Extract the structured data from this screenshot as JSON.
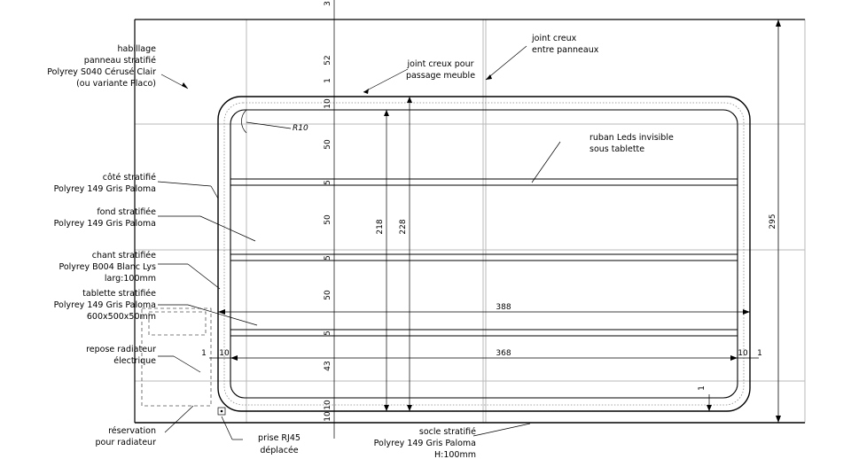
{
  "labels": {
    "habillage": [
      "habillage",
      "panneau stratifié",
      "Polyrey S040 Cérusé Clair",
      "(ou variante Placo)"
    ],
    "cote": [
      "côté stratifié",
      "Polyrey 149 Gris Paloma"
    ],
    "fond": [
      "fond stratifiée",
      "Polyrey 149 Gris Paloma"
    ],
    "chant": [
      "chant stratifiée",
      "Polyrey B004 Blanc Lys",
      "larg:100mm"
    ],
    "tablette": [
      "tablette stratifiée",
      "Polyrey 149 Gris Paloma",
      "600x500x50mm"
    ],
    "repose": [
      "repose radiateur",
      "électrique"
    ],
    "reservation": [
      "réservation",
      "pour radiateur"
    ],
    "prise": [
      "prise RJ45",
      "déplacée"
    ],
    "socle": [
      "socle stratifié",
      "Polyrey 149 Gris Paloma",
      "H:100mm"
    ],
    "joint_passage": [
      "joint creux pour",
      "passage meuble"
    ],
    "joint_panneaux": [
      "joint creux",
      "entre panneaux"
    ],
    "ruban": [
      "ruban Leds invisible",
      "sous tablette"
    ],
    "radius": "R10"
  },
  "dimensions": {
    "v_stack": [
      "3",
      "52",
      "1",
      "10",
      "50",
      "5",
      "50",
      "5",
      "50",
      "5",
      "43",
      "10",
      "10"
    ],
    "h218": "218",
    "h228": "228",
    "h295": "295",
    "w388": "388",
    "w368": "368",
    "left_1": "1",
    "left_10": "10",
    "right_10": "10",
    "right_1": "1",
    "bottom_1": "1"
  }
}
